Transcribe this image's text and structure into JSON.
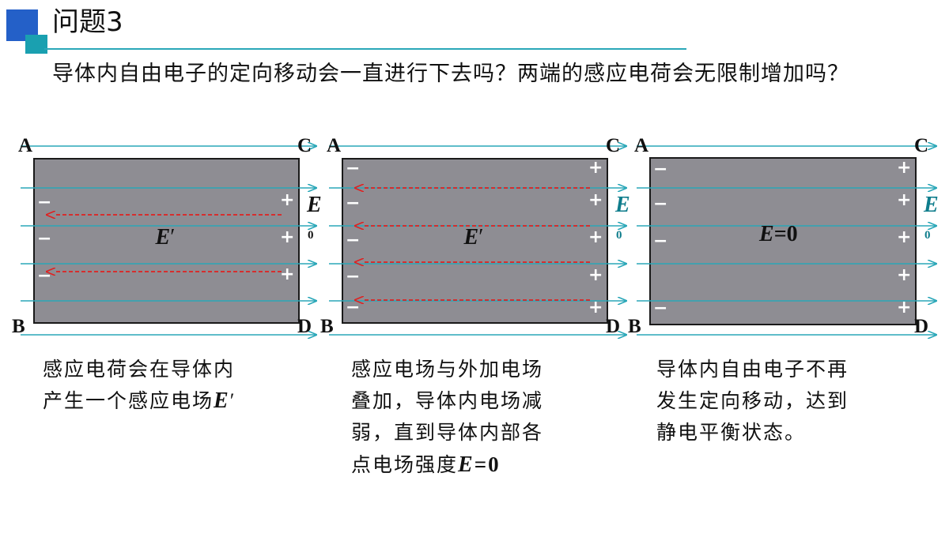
{
  "header": {
    "title": "问题3"
  },
  "question": "导体内自由电子的定向移动会一直进行下去吗？两端的感应电荷会无限制增加吗？",
  "colors": {
    "accent_blue": "#2460c8",
    "accent_teal": "#1aa0b0",
    "field_line": "#2aa7b8",
    "induced_field": "#e02020",
    "conductor": "#8e8d93",
    "E_label_teal": "#0f7d8c"
  },
  "panels": [
    {
      "corners": {
        "a": "A",
        "b": "B",
        "c": "C",
        "d": "D"
      },
      "external_field": {
        "label": "E",
        "subscript": "0",
        "color": "#111111"
      },
      "inner_label": {
        "main": "E",
        "prime": "′"
      },
      "negative_charges": [
        "−",
        "−",
        "−"
      ],
      "positive_charges": [
        "+",
        "+",
        "+"
      ],
      "induced_arrows": 2,
      "caption": {
        "line1": "感应电荷会在导体内",
        "line2_text": "产生一个感应电场",
        "line2_em": "E",
        "line2_prime": "′"
      }
    },
    {
      "corners": {
        "a": "A",
        "b": "B",
        "c": "C",
        "d": "D"
      },
      "external_field": {
        "label": "E",
        "subscript": "0",
        "color": "#0f7d8c"
      },
      "inner_label": {
        "main": "E",
        "prime": "′"
      },
      "negative_charges": [
        "−",
        "−",
        "−",
        "−",
        "−"
      ],
      "positive_charges": [
        "+",
        "+",
        "+",
        "+",
        "+"
      ],
      "induced_arrows": 4,
      "caption": {
        "line1": "感应电场与外加电场",
        "line2": "叠加，导体内电场减",
        "line3": "弱，直到导体内部各",
        "line4_text": "点电场强度",
        "line4_em": "E",
        "line4_tail": "=0"
      }
    },
    {
      "corners": {
        "a": "A",
        "b": "B",
        "c": "C",
        "d": "D"
      },
      "external_field": {
        "label": "E",
        "subscript": "0",
        "color": "#0f7d8c"
      },
      "inner_label": {
        "main": "E",
        "tail": "=0"
      },
      "negative_charges": [
        "−",
        "−",
        "−",
        "−"
      ],
      "positive_charges": [
        "+",
        "+",
        "+",
        "+",
        "+"
      ],
      "induced_arrows": 0,
      "caption": {
        "line1": "导体内自由电子不再",
        "line2": "发生定向移动，达到",
        "line3": "静电平衡状态。"
      }
    }
  ]
}
